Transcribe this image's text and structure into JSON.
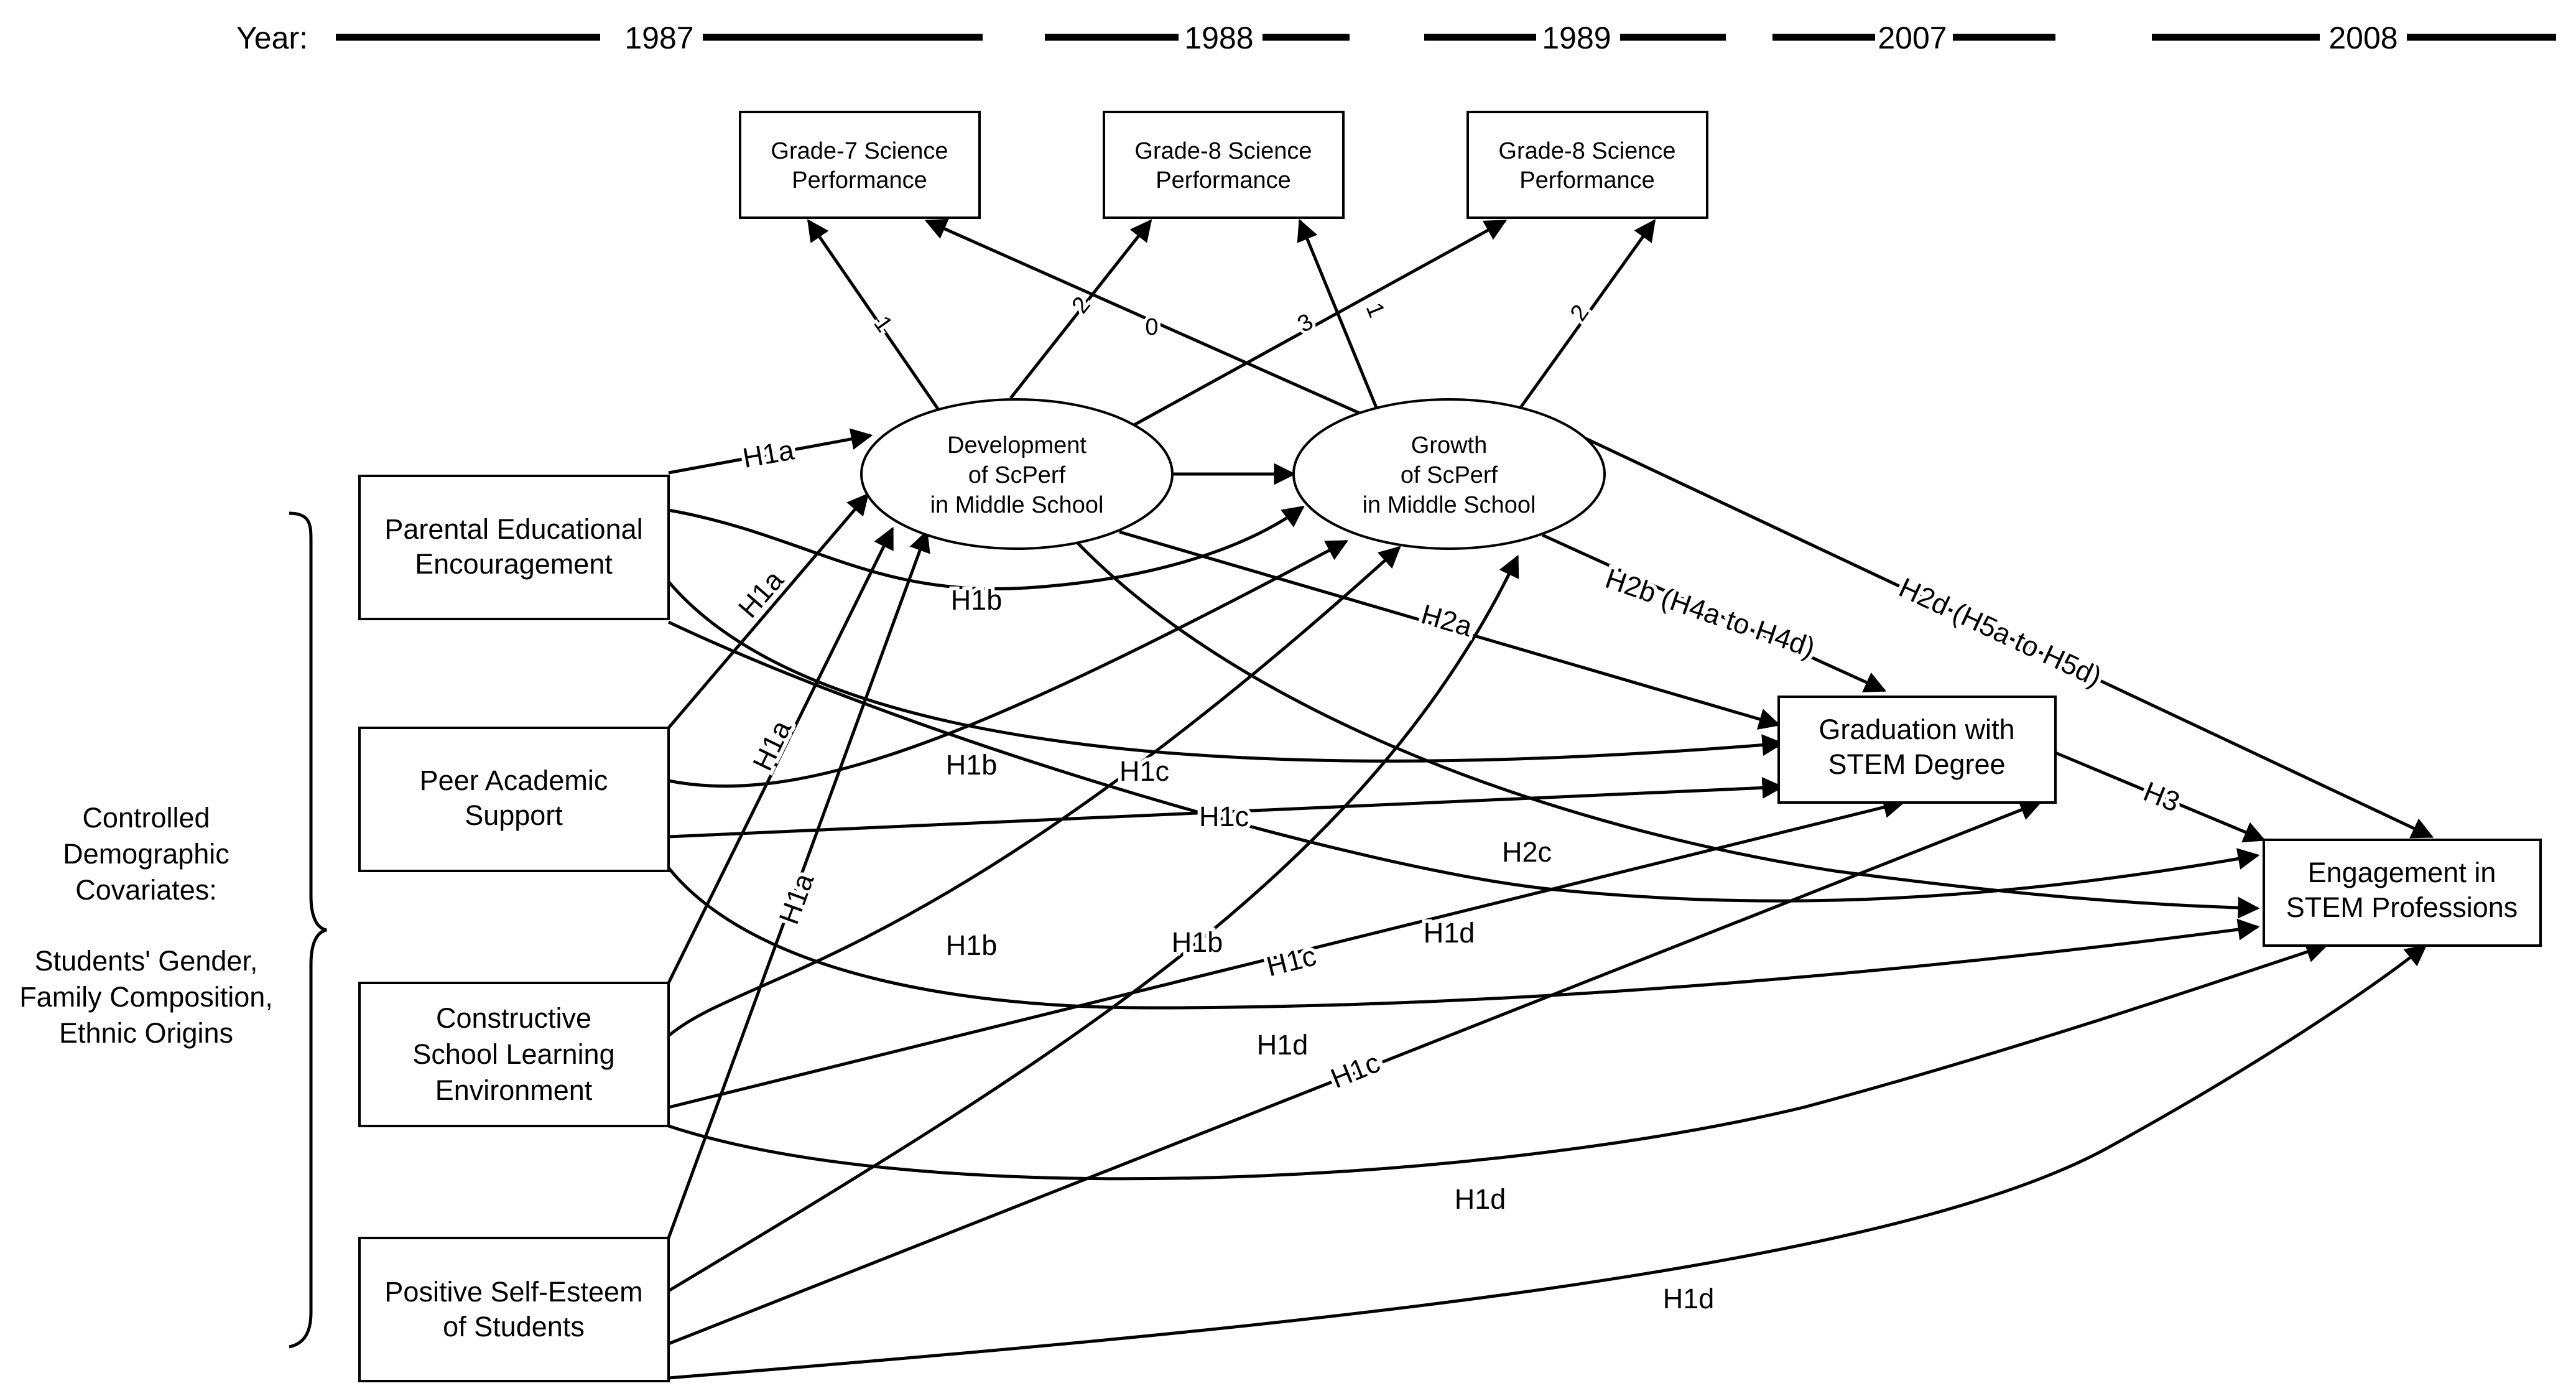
{
  "timeline": {
    "prefix": "Year:",
    "years": [
      "1987",
      "1988",
      "1989",
      "2007",
      "2008"
    ]
  },
  "measures": [
    {
      "line1": "Grade-7 Science",
      "line2": "Performance"
    },
    {
      "line1": "Grade-8 Science",
      "line2": "Performance"
    },
    {
      "line1": "Grade-8 Science",
      "line2": "Performance"
    }
  ],
  "latents": {
    "development": [
      "Development",
      "of ScPerf",
      "in Middle School"
    ],
    "growth": [
      "Growth",
      "of ScPerf",
      "in Middle School"
    ]
  },
  "predictors": [
    [
      "Parental Educational",
      "Encouragement"
    ],
    [
      "Peer Academic",
      "Support"
    ],
    [
      "Constructive",
      "School Learning",
      "Environment"
    ],
    [
      "Positive Self-Esteem",
      "of Students"
    ]
  ],
  "outcomes": {
    "graduation": [
      "Graduation with",
      "STEM Degree"
    ],
    "engagement": [
      "Engagement in",
      "STEM Professions"
    ]
  },
  "covariates": {
    "heading": [
      "Controlled",
      "Demographic",
      "Covariates:"
    ],
    "items": [
      "Students' Gender,",
      "Family Composition,",
      "Ethnic Origins"
    ]
  },
  "loadings": {
    "dev_g7": "1",
    "dev_g8a": "2",
    "growth_g7": "0",
    "dev_g8b": "3",
    "growth_g8a": "1",
    "growth_g8b": "2"
  },
  "hypotheses": {
    "h1a": "H1a",
    "h1b": "H1b",
    "h1c": "H1c",
    "h1d": "H1d",
    "h2a": "H2a",
    "h2b": "H2b (H4a to H4d)",
    "h2c": "H2c",
    "h2d": "H2d (H5a to H5d)",
    "h3": "H3"
  }
}
